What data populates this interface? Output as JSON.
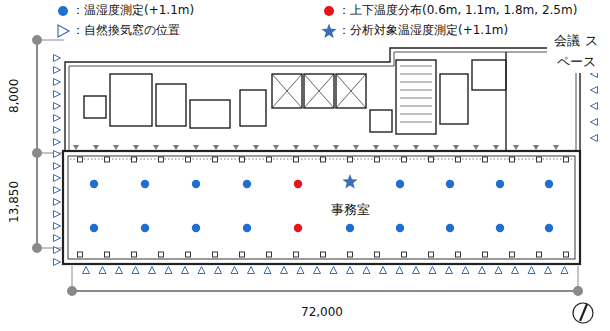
{
  "diagram": {
    "labels": [
      "8,000",
      "13,850",
      "72,000",
      "事務室",
      "会議 スペース"
    ],
    "legend": [
      {
        "text": "：温湿度測定(+1.1m)",
        "color": "#1f6fd0"
      },
      {
        "text": "：上下温度分布(0.6m, 1.1m, 1.8m, 2.5m)",
        "color": "#e8141b"
      },
      {
        "text": "：自然換気窓の位置"
      },
      {
        "text": "：分析対象温湿度測定(+1.1m)"
      }
    ]
  }
}
